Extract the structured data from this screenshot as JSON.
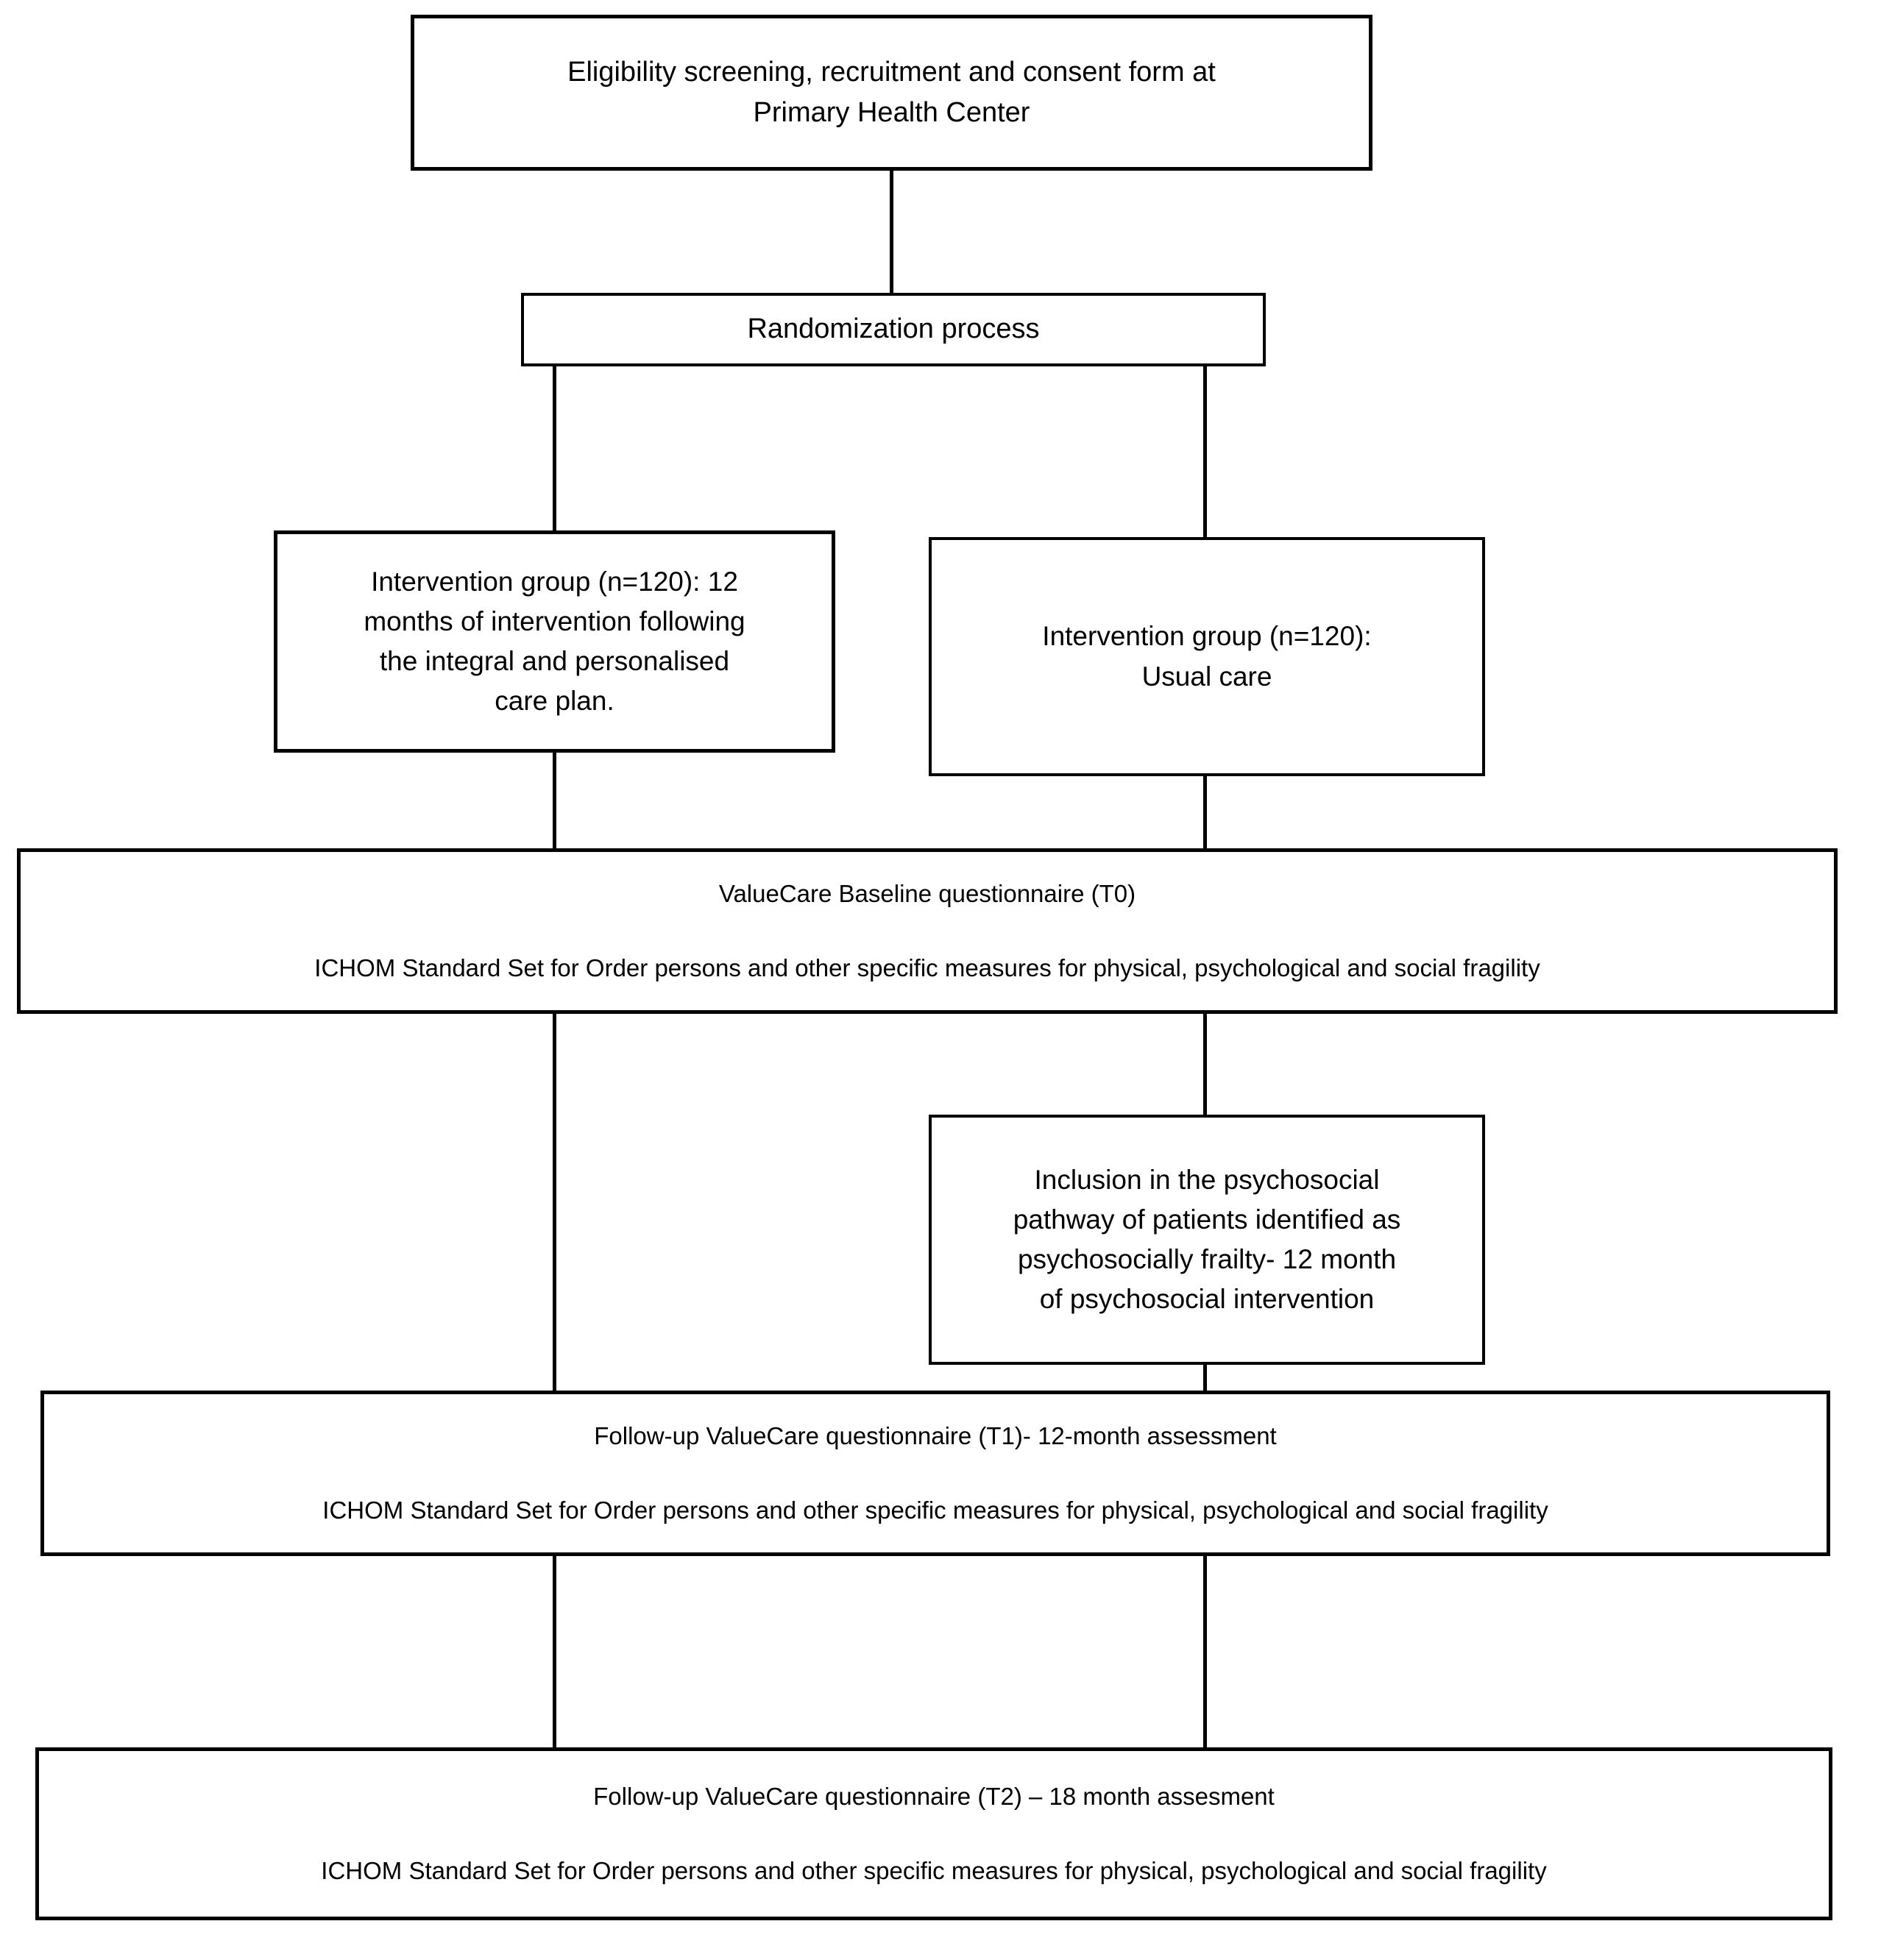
{
  "diagram": {
    "title": "ValueCare study flow diagram",
    "stroke_color": "#000000",
    "background_color": "#ffffff",
    "nodes": {
      "eligibility": {
        "lines": [
          "Eligibility screening, recruitment and consent form at",
          "Primary Health Center"
        ]
      },
      "randomization": {
        "lines": [
          "Randomization process"
        ]
      },
      "intervention_group": {
        "lines": [
          "Intervention group (n=120): 12",
          "months of intervention following",
          "the integral and personalised",
          "care plan."
        ]
      },
      "usual_care_group": {
        "lines": [
          "Intervention group (n=120):",
          "Usual care"
        ]
      },
      "baseline_t0": {
        "lines": [
          "ValueCare Baseline questionnaire (T0)",
          "ICHOM Standard Set for Order persons and other specific measures for physical, psychological and social fragility"
        ]
      },
      "psychosocial_pathway": {
        "lines": [
          "Inclusion in the psychosocial",
          "pathway of patients identified as",
          "psychosocially frailty- 12 month",
          "of psychosocial intervention"
        ]
      },
      "followup_t1": {
        "lines": [
          "Follow-up ValueCare questionnaire (T1)- 12-month assessment",
          "ICHOM Standard Set for Order persons and other specific measures for physical, psychological and social fragility"
        ]
      },
      "followup_t2": {
        "lines": [
          "Follow-up ValueCare questionnaire (T2) – 18 month assesment",
          "ICHOM Standard Set for Order persons and other specific measures for physical, psychological and social fragility"
        ]
      }
    }
  }
}
